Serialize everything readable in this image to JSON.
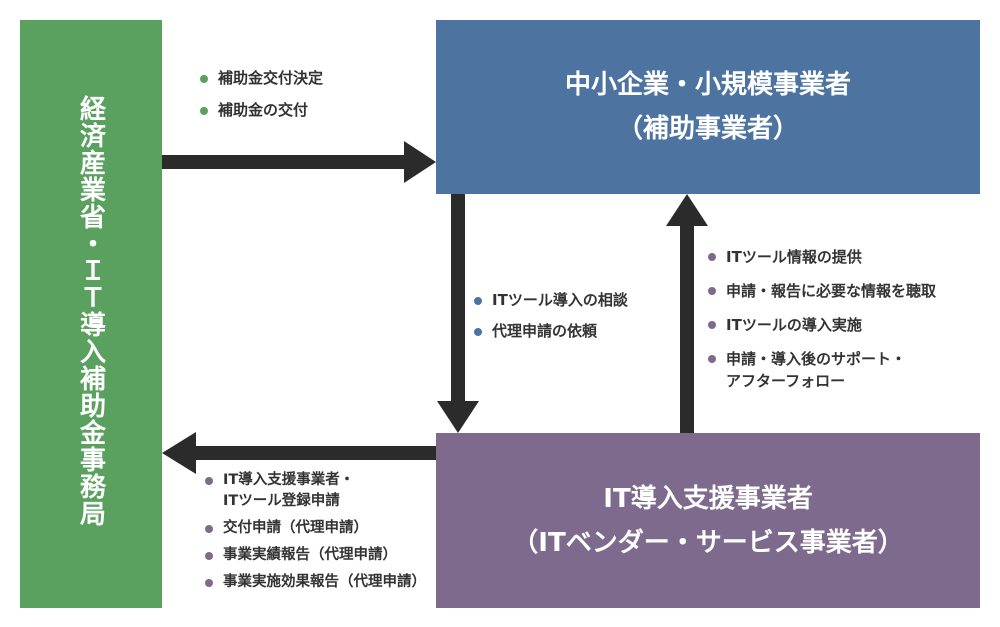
{
  "colors": {
    "meti": "#5aa05f",
    "sme": "#4d74a1",
    "vendor": "#7d6a8d",
    "arrow": "#2b2b2b"
  },
  "meti": {
    "label": "経済産業省・ＩＴ導入補助金事務局"
  },
  "sme": {
    "line1": "中小企業・小規模事業者",
    "line2": "（補助事業者）"
  },
  "vendor": {
    "line1": "IT導入支援事業者",
    "line2": "（ITベンダー・サービス事業者）"
  },
  "flows": {
    "meti_to_sme": [
      "補助金交付決定",
      "補助金の交付"
    ],
    "sme_to_vendor": [
      "ITツール導入の相談",
      "代理申請の依頼"
    ],
    "vendor_to_sme": [
      "ITツール情報の提供",
      "申請・報告に必要な情報を聴取",
      "ITツールの導入実施",
      "申請・導入後のサポート・\nアフターフォロー"
    ],
    "vendor_to_meti": [
      "IT導入支援事業者・\nITツール登録申請",
      "交付申請（代理申請）",
      "事業実績報告（代理申請）",
      "事業実施効果報告（代理申請）"
    ]
  }
}
